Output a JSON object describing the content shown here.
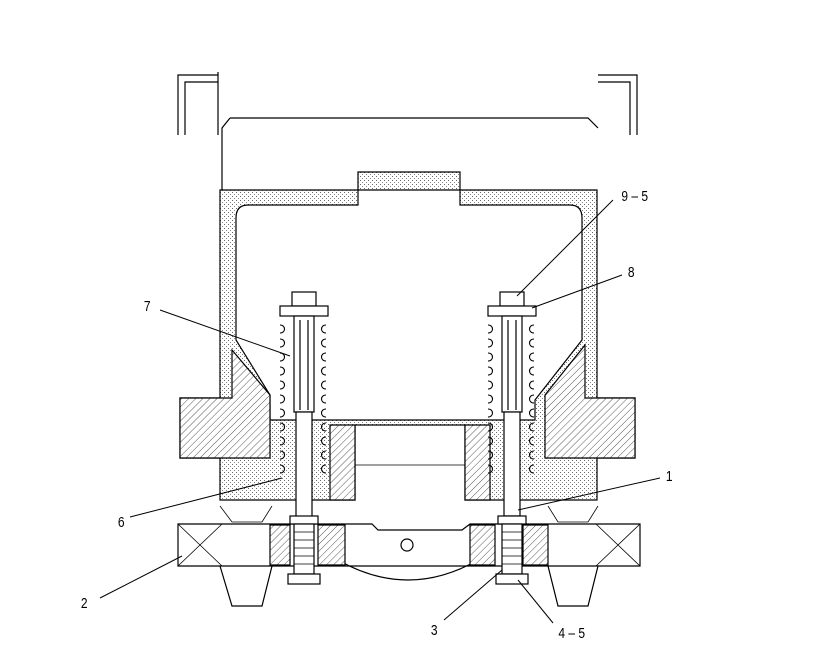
{
  "callouts": {
    "c1": "1",
    "c2": "2",
    "c3": "3",
    "c45": "4 – 5",
    "c6": "6",
    "c7": "7",
    "c8": "8",
    "c95": "9 – 5"
  }
}
